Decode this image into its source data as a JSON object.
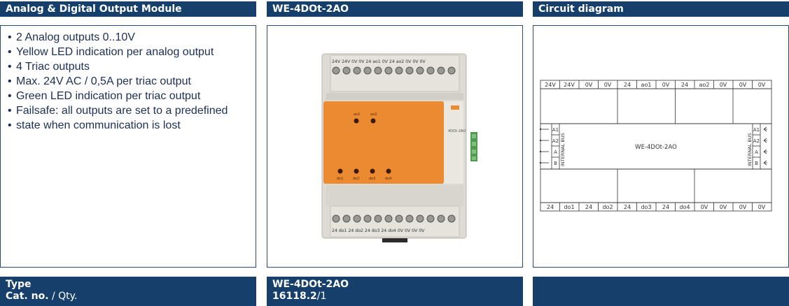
{
  "headers": {
    "left": "Analog & Digital Output Module",
    "middle": "WE-4DOt-2AO",
    "right": "Circuit diagram"
  },
  "features": [
    "2 Analog outputs 0..10V",
    "Yellow LED indication per analog output",
    "4 Triac outputs",
    "Max. 24V AC / 0,5A per triac output",
    "Green LED indication per triac output",
    "Failsafe: all outputs are set to a predefined",
    "state when communication is lost"
  ],
  "device": {
    "top_labels": "24V 24V 0V 0V 24 ao1 0V 24 ao2 0V 0V 0V",
    "bottom_labels": "24 do1 24 do2 24 do3 24 do4 0V 0V 0V 0V",
    "led_top": [
      "ao1",
      "ao2"
    ],
    "led_bottom": [
      "do1",
      "do2",
      "do3",
      "do4"
    ],
    "tag": "4DOt-2AO"
  },
  "circuit": {
    "top_terminals": [
      "24V",
      "24V",
      "0V",
      "0V",
      "24",
      "ao1",
      "0V",
      "24",
      "ao2",
      "0V",
      "0V",
      "0V"
    ],
    "bottom_terminals": [
      "24",
      "do1",
      "24",
      "do2",
      "24",
      "do3",
      "24",
      "do4",
      "0V",
      "0V",
      "0V",
      "0V"
    ],
    "module_name": "WE-4DOt-2AO",
    "bus_label": "INTERNAL BUS",
    "bus_pins": [
      "A1",
      "A2",
      "A",
      "B"
    ]
  },
  "footer": {
    "type_label": "Type",
    "cat_label": "Cat. no.",
    "qty_label": "/ Qty.",
    "type_value": "WE-4DOt-2AO",
    "cat_value": "16118.2",
    "qty_value": "/1"
  }
}
